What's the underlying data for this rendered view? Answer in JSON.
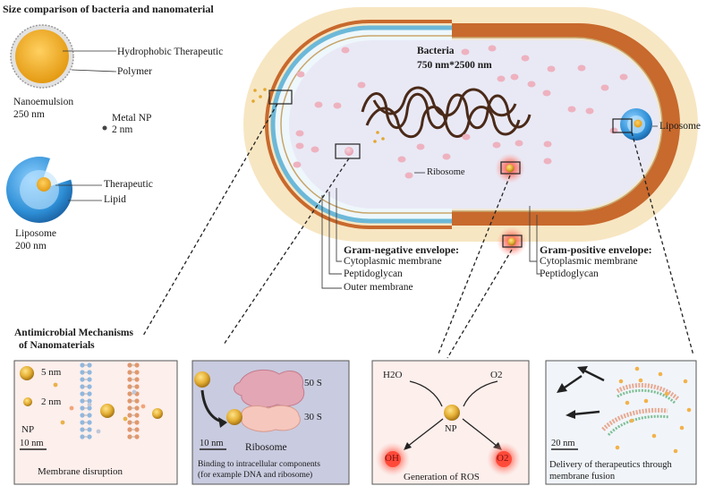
{
  "title": "Size comparison of bacteria and nanomaterial",
  "colors": {
    "accent_red": "#e03a32",
    "envelope_orange": "#c8692d",
    "halo_cream": "#f7e6c2",
    "cytoplasm": "#e9e9f6",
    "np_gold": "#d9a830",
    "liposome_blue": "#2e8fd6",
    "dna_brown": "#4a2a18"
  },
  "left": {
    "nanoemulsion": {
      "callout_top": "Hydrophobic Therapeutic",
      "callout_bottom": "Polymer",
      "name": "Nanoemulsion",
      "size": "250 nm"
    },
    "metal_np": {
      "name": "Metal NP",
      "size": "2 nm"
    },
    "liposome": {
      "callout_top": "Therapeutic",
      "callout_bottom": "Lipid",
      "name": "Liposome",
      "size": "200 nm"
    }
  },
  "bacteria": {
    "name": "Bacteria",
    "size": "750 nm*2500 nm",
    "ribosome_label": "Ribosome",
    "liposome_label": "Liposome"
  },
  "gram_negative": {
    "title": "Gram-negative envelope:",
    "layers": [
      "Cytoplasmic membrane",
      "Peptidoglycan",
      "Outer membrane"
    ]
  },
  "gram_positive": {
    "title": "Gram-positive envelope:",
    "layers": [
      "Cytoplasmic membrane",
      "Peptidoglycan"
    ]
  },
  "mechanisms_title": [
    "Antimicrobial Mechanisms",
    "of Nanomaterials"
  ],
  "panels": {
    "membrane": {
      "label_5nm": "5 nm",
      "label_2nm": "2 nm",
      "np": "NP",
      "scale": "10 nm",
      "caption": "Membrane disruption"
    },
    "binding": {
      "label_50s": "50 S",
      "label_30s": "30 S",
      "scale": "10 nm",
      "ribosome": "Ribosome",
      "caption": [
        "Binding to intracellular components",
        "(for example DNA and ribosome)"
      ]
    },
    "ros": {
      "h2o": "H2O",
      "o2_in": "O2",
      "np": "NP",
      "oh": "OH",
      "o2_out": "O2",
      "caption": "Generation of ROS"
    },
    "delivery": {
      "scale": "20 nm",
      "caption": [
        "Delivery of therapeutics through",
        "membrane fusion"
      ]
    }
  }
}
